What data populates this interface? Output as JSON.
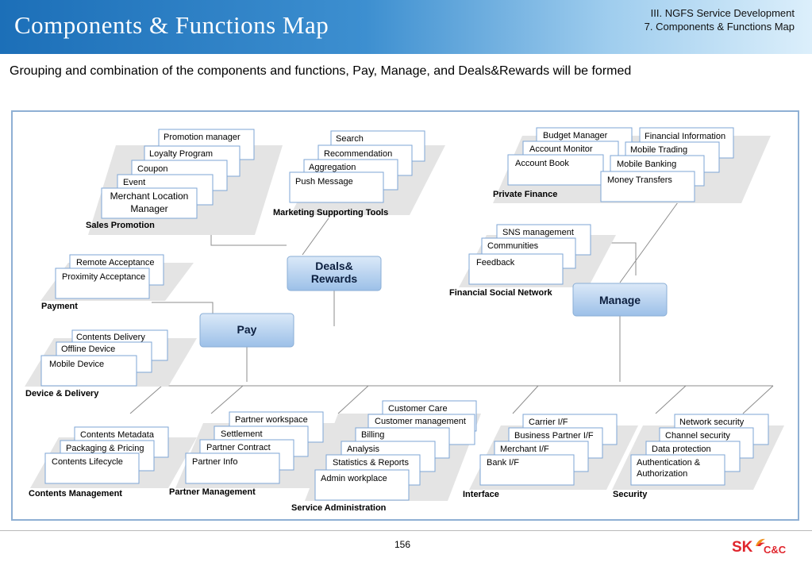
{
  "header": {
    "title": "Components & Functions Map",
    "breadcrumb_line1": "III. NGFS Service Development",
    "breadcrumb_line2": "7. Components & Functions Map"
  },
  "subtitle": "Grouping and combination of the components and functions,  Pay, Manage, and Deals&Rewards will be formed",
  "hubs": {
    "deals_line1": "Deals&",
    "deals_line2": "Rewards",
    "pay": "Pay",
    "manage": "Manage"
  },
  "groups": {
    "sales_promotion": {
      "title": "Sales Promotion",
      "items": [
        "Promotion manager",
        "Loyalty Program",
        "Coupon",
        "Event",
        "Merchant Location",
        "Manager"
      ]
    },
    "marketing": {
      "title": "Marketing Supporting Tools",
      "items": [
        "Search",
        "Recommendation",
        "Aggregation",
        "Push Message"
      ]
    },
    "private_finance": {
      "title": "Private Finance",
      "items": [
        "Budget Manager",
        "Financial Information",
        "Account Monitor",
        "Mobile Trading",
        "Account Book",
        "Mobile Banking",
        "Money Transfers"
      ]
    },
    "payment": {
      "title": "Payment",
      "items": [
        "Remote Acceptance",
        "Proximity Acceptance"
      ]
    },
    "social": {
      "title": "Financial Social Network",
      "items": [
        "SNS management",
        "Communities",
        "Feedback"
      ]
    },
    "device": {
      "title": "Device & Delivery",
      "items": [
        "Contents Delivery",
        "Offline Device",
        "Mobile Device"
      ]
    },
    "contents": {
      "title": "Contents Management",
      "items": [
        "Contents Metadata",
        "Packaging & Pricing",
        "Contents Lifecycle"
      ]
    },
    "partner": {
      "title": "Partner Management",
      "items": [
        "Partner workspace",
        "Settlement",
        "Partner Contract",
        "Partner Info"
      ]
    },
    "service_admin": {
      "title": "Service Administration",
      "items": [
        "Customer Care",
        "Customer management",
        "Billing",
        "Analysis",
        "Statistics & Reports",
        "Admin workplace"
      ]
    },
    "interface": {
      "title": "Interface",
      "items": [
        "Carrier I/F",
        "Business  Partner I/F",
        "Merchant I/F",
        "Bank I/F"
      ]
    },
    "security": {
      "title": "Security",
      "items": [
        "Network security",
        "Channel security",
        "Data protection",
        "Authentication &",
        "Authorization"
      ]
    }
  },
  "footer": {
    "page_number": "156",
    "logo_sk": "SK",
    "logo_cc": "C&C"
  }
}
